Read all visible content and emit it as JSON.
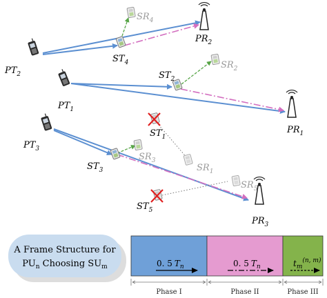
{
  "nodes": {
    "pt2": {
      "base": "PT",
      "sub": "2"
    },
    "pt1": {
      "base": "PT",
      "sub": "1"
    },
    "pt3": {
      "base": "PT",
      "sub": "3"
    },
    "pr2": {
      "base": "PR",
      "sub": "2"
    },
    "pr1": {
      "base": "PR",
      "sub": "1"
    },
    "pr3": {
      "base": "PR",
      "sub": "3"
    },
    "st4": {
      "base": "ST",
      "sub": "4"
    },
    "st2": {
      "base": "ST",
      "sub": "2"
    },
    "st1": {
      "base": "ST",
      "sub": "1"
    },
    "st3": {
      "base": "ST",
      "sub": "3"
    },
    "st5": {
      "base": "ST",
      "sub": "5"
    },
    "sr4": {
      "base": "SR",
      "sub": "4"
    },
    "sr2": {
      "base": "SR",
      "sub": "2"
    },
    "sr1": {
      "base": "SR",
      "sub": "1"
    },
    "sr3": {
      "base": "SR",
      "sub": "3"
    },
    "sr5": {
      "base": "SR",
      "sub": "5"
    }
  },
  "frame": {
    "title_line1": "A Frame Structure for",
    "title_line2_pre": "PU",
    "title_line2_sub1": "n",
    "title_line2_mid": " Choosing SU",
    "title_line2_sub2": "m",
    "segments": [
      {
        "label_pre": "0. 5",
        "label_var": "T",
        "label_sub": "n",
        "color": "#6fa0d8"
      },
      {
        "label_pre": "0. 5",
        "label_var": "T",
        "label_sub": "n",
        "color": "#e59bd0"
      },
      {
        "label_pre": "",
        "label_var": "t",
        "label_sub": "m",
        "label_sup": "(n, m)",
        "color": "#84b34b"
      }
    ],
    "phases": [
      "Phase I",
      "Phase II",
      "Phase III"
    ]
  },
  "colors": {
    "primary_link": "#5b8fd1",
    "interference_link": "#d36fc0",
    "secondary_link": "#58a548",
    "dotted_link": "#777777"
  }
}
